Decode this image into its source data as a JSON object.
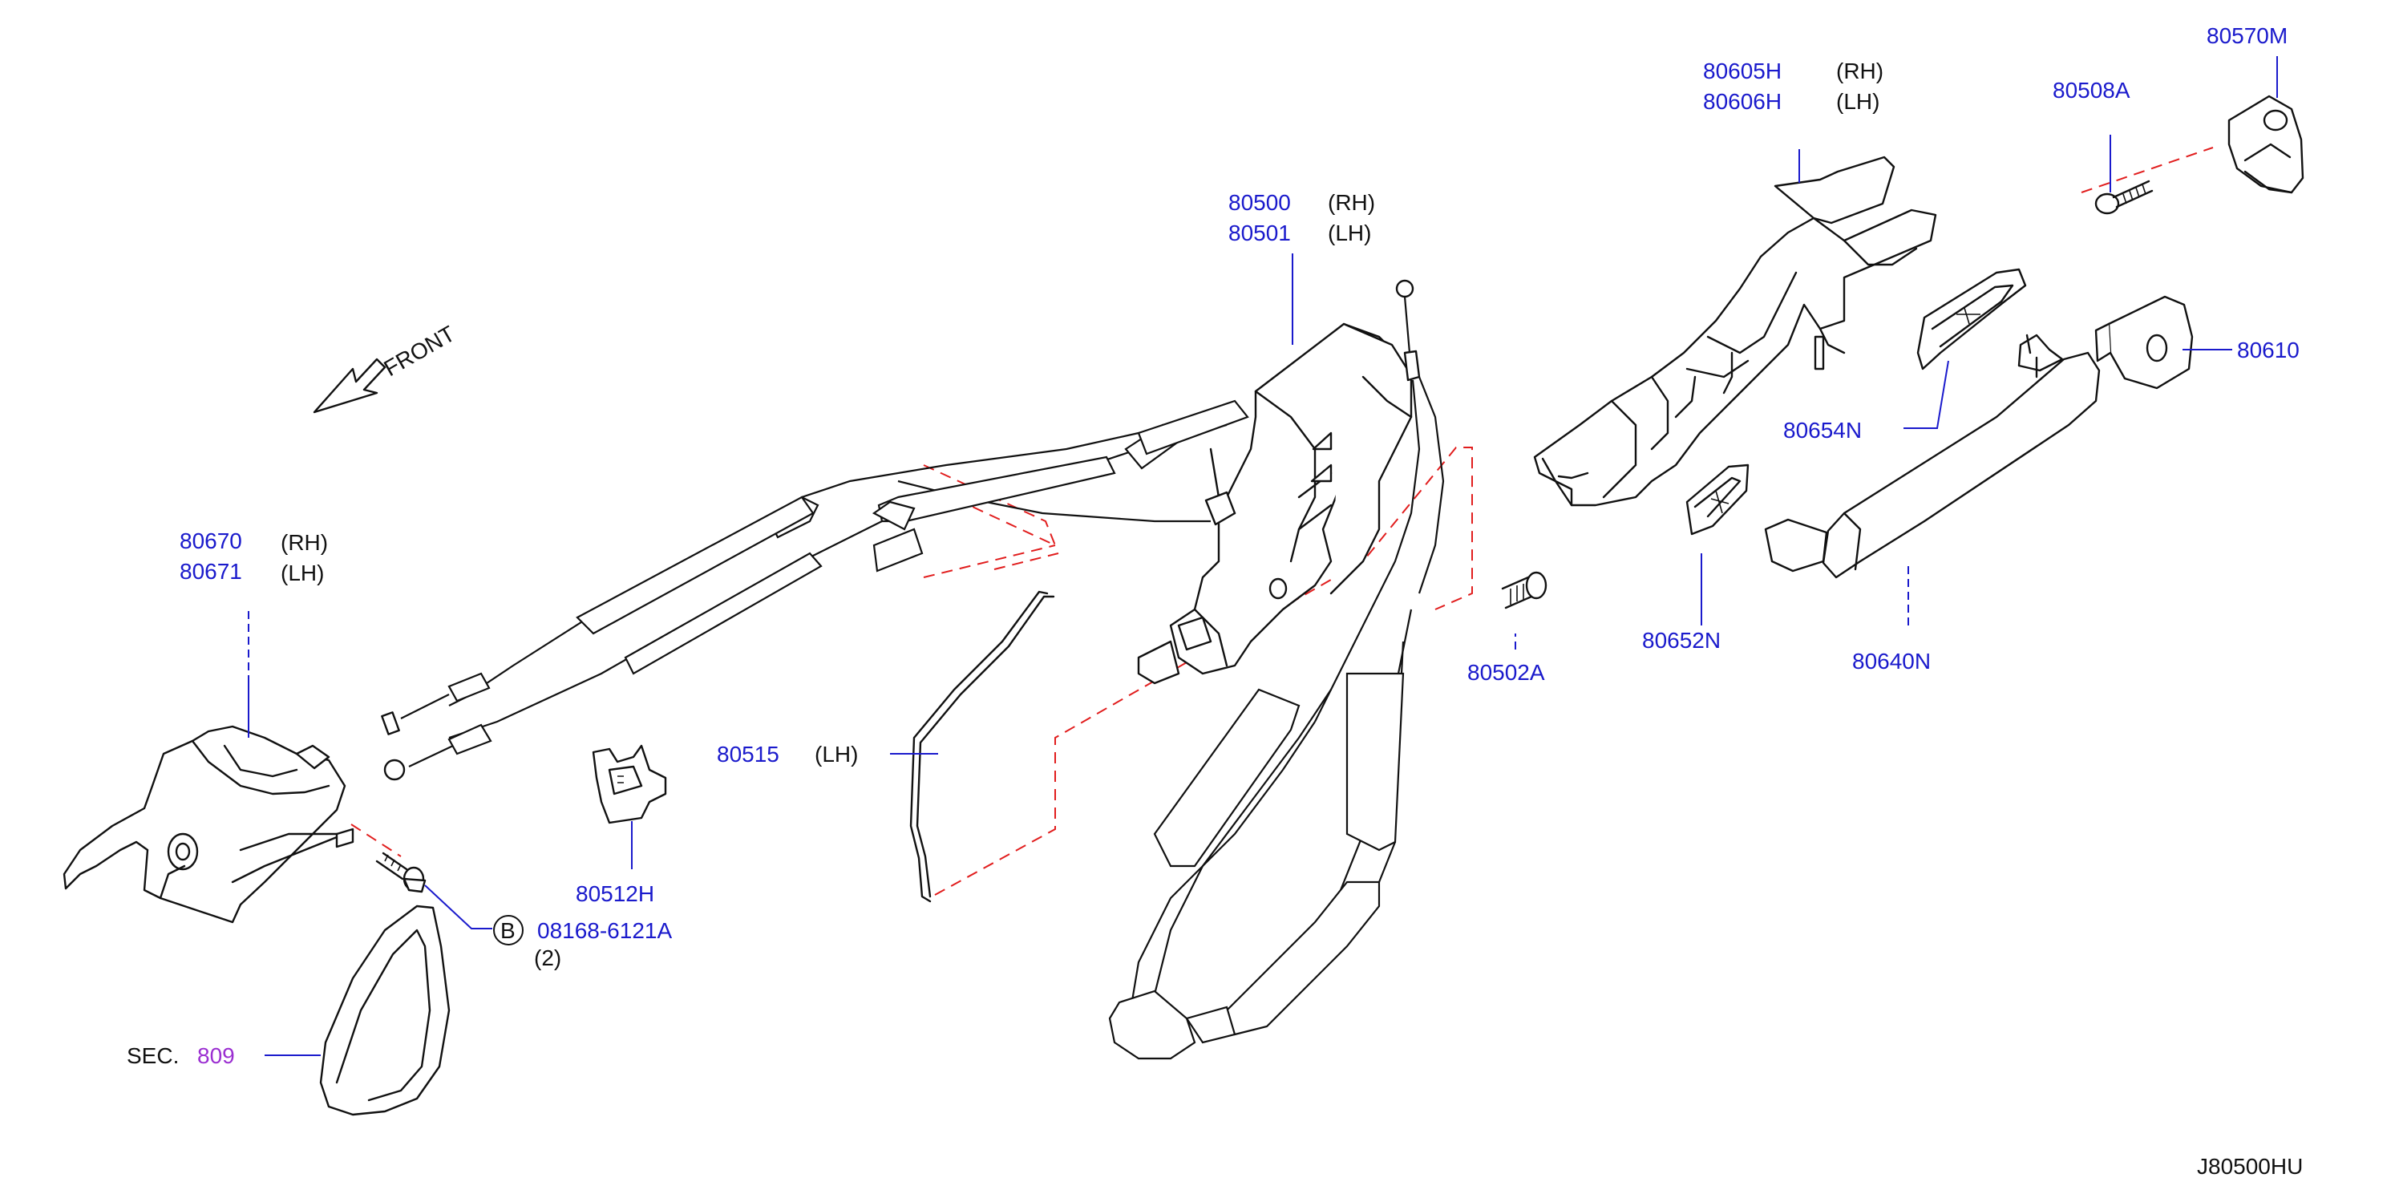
{
  "diagram_id": "J80500HU",
  "direction_label": "FRONT",
  "colors": {
    "part_number": "#1a1acc",
    "section_ref": "#9b2fd1",
    "text": "#111111",
    "leader": "#1a1acc",
    "phantom_line": "#e11d1d"
  },
  "labels": {
    "p80500": {
      "part": "80500",
      "side": "(RH)"
    },
    "p80501": {
      "part": "80501",
      "side": "(LH)"
    },
    "p80605h": {
      "part": "80605H",
      "side": "(RH)"
    },
    "p80606h": {
      "part": "80606H",
      "side": "(LH)"
    },
    "p80570m": {
      "part": "80570M"
    },
    "p80508a": {
      "part": "80508A"
    },
    "p80610": {
      "part": "80610"
    },
    "p80654n": {
      "part": "80654N"
    },
    "p80652n": {
      "part": "80652N"
    },
    "p80640n": {
      "part": "80640N"
    },
    "p80502a": {
      "part": "80502A"
    },
    "p80670": {
      "part": "80670",
      "side": "(RH)"
    },
    "p80671": {
      "part": "80671",
      "side": "(LH)"
    },
    "p80515": {
      "part": "80515",
      "side": "(LH)"
    },
    "p80512h": {
      "part": "80512H"
    },
    "p08168": {
      "part": "08168-6121A",
      "qty": "(2)",
      "symbol": "B"
    },
    "sec": {
      "prefix": "SEC.",
      "ref": "809"
    }
  }
}
